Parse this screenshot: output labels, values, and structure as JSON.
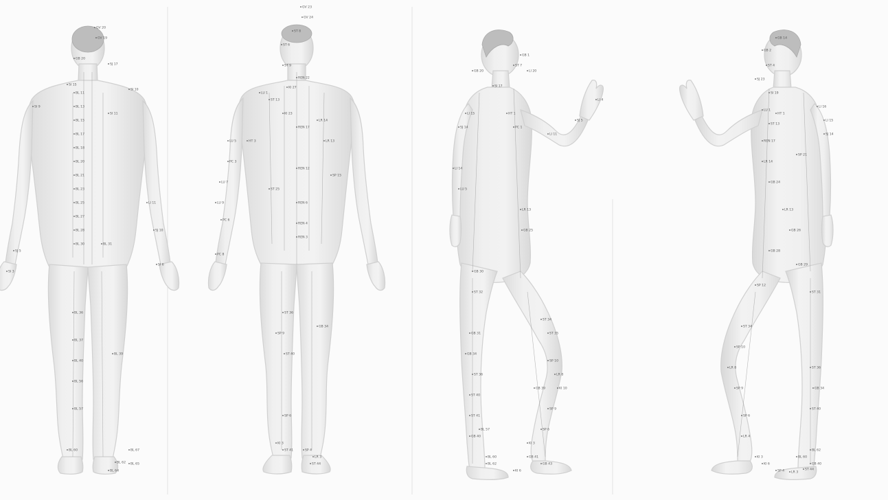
{
  "figures": [
    {
      "id": "back-view",
      "labels": [
        "GV 20",
        "GV 19",
        "GB 20",
        "SJ 17",
        "SI 15",
        "BL 11",
        "BL 13",
        "BL 15",
        "BL 17",
        "BL 18",
        "BL 20",
        "BL 21",
        "BL 23",
        "BL 25",
        "BL 27",
        "BL 28",
        "BL 30",
        "BL 31",
        "BL 36",
        "BL 37",
        "BL 40",
        "BL 56",
        "BL 57",
        "BL 60",
        "BL 62",
        "BL 64",
        "BL 65",
        "BL 67",
        "SI 9",
        "SI 10",
        "SI 11",
        "SJ 10",
        "LI 11",
        "SJ 5",
        "SI 6",
        "SI 3",
        "BL 39"
      ]
    },
    {
      "id": "front-view",
      "labels": [
        "GV 23",
        "GV 24",
        "ST 8",
        "ST 6",
        "ST 9",
        "REN 22",
        "KI 27",
        "LU 1",
        "ST 13",
        "KI 23",
        "REN 17",
        "LU 5",
        "PC 3",
        "HT 3",
        "LU 7",
        "LU 9",
        "PC 6",
        "PC 8",
        "ST 25",
        "REN 12",
        "REN 6",
        "REN 4",
        "REN 3",
        "SP 15",
        "LR 13",
        "LR 14",
        "ST 36",
        "SP 9",
        "SP 6",
        "ST 41",
        "ST 44",
        "LR 3",
        "KI 3",
        "SP 4",
        "GB 34",
        "ST 40"
      ]
    },
    {
      "id": "side-left-view",
      "labels": [
        "GB 1",
        "ST 7",
        "LI 20",
        "GB 20",
        "SI 17",
        "LI 15",
        "SJ 14",
        "HT 1",
        "LI 14",
        "PC 1",
        "SJ 5",
        "LI 4",
        "LI 11",
        "LU 5",
        "LR 13",
        "GB 25",
        "GB 30",
        "ST 32",
        "ST 34",
        "ST 35",
        "GB 31",
        "GB 34",
        "ST 36",
        "ST 40",
        "GB 39",
        "ST 41",
        "GB 40",
        "GB 41",
        "GB 43",
        "SP 10",
        "LR 8",
        "KI 10",
        "SP 9",
        "SP 6",
        "KI 3",
        "KI 6",
        "BL 57",
        "BL 60",
        "BL 62"
      ]
    },
    {
      "id": "side-right-view",
      "labels": [
        "GB 2",
        "ST 4",
        "GB 14",
        "SJ 23",
        "SI 19",
        "LI 16",
        "LI 15",
        "SJ 14",
        "HT 1",
        "LU 1",
        "ST 13",
        "REN 17",
        "LR 14",
        "SP 21",
        "GB 24",
        "LR 13",
        "GB 26",
        "GB 28",
        "GB 29",
        "ST 31",
        "SP 12",
        "ST 34",
        "SP 10",
        "LR 8",
        "SP 9",
        "ST 36",
        "GB 34",
        "ST 40",
        "SP 6",
        "LR 4",
        "KI 3",
        "KI 6",
        "SP 4",
        "LR 3",
        "ST 44",
        "BL 60",
        "BL 62",
        "GB 40"
      ]
    }
  ]
}
